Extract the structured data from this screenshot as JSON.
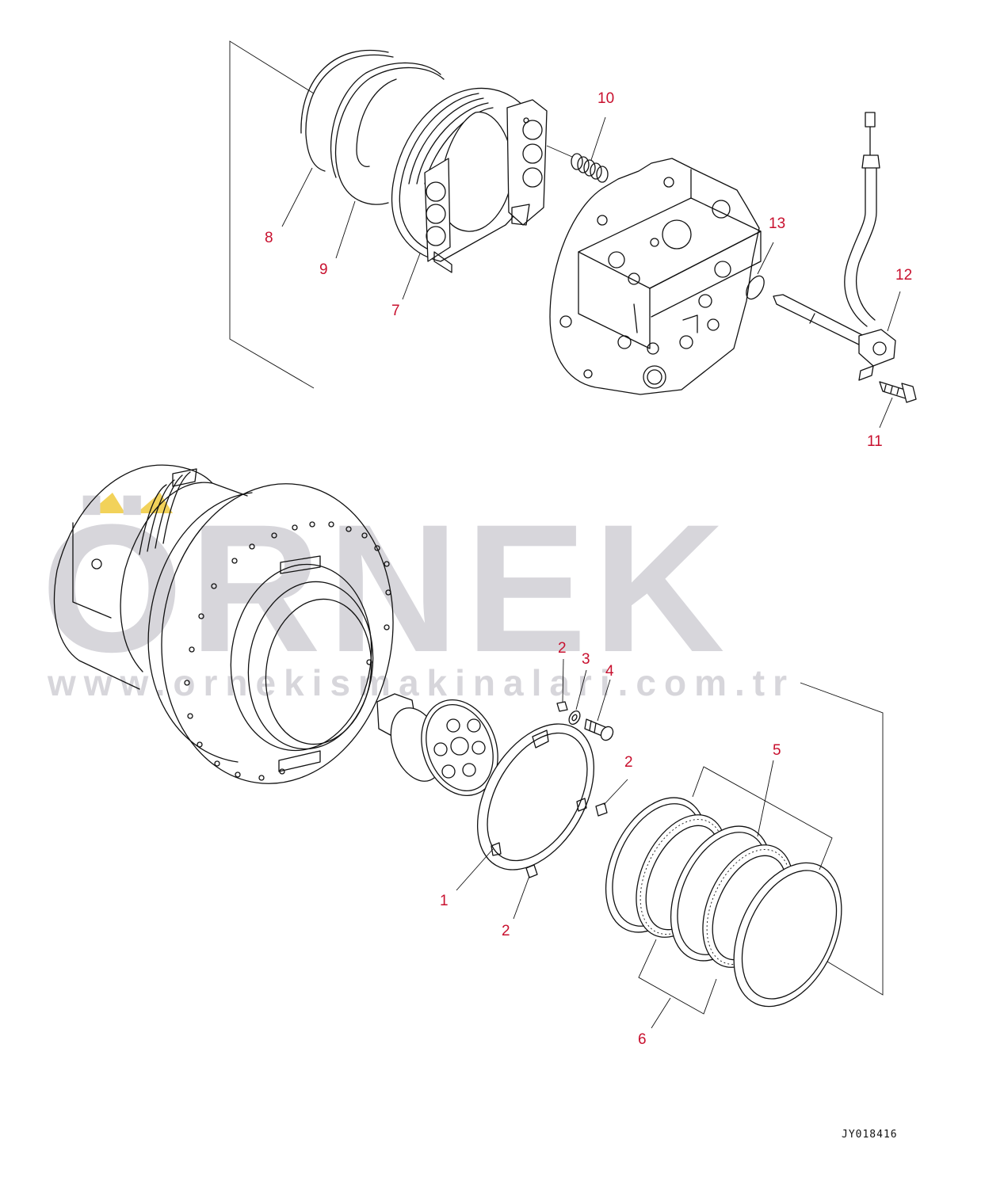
{
  "watermark": {
    "brand": "ÖRNEK",
    "url": "www.ornekismakinalari.com.tr",
    "accent_color": "#f2d25a",
    "text_color": "#d7d6db"
  },
  "drawing_code": "JY018416",
  "callout_color": "#c8102e",
  "callouts": [
    {
      "id": "c1",
      "label": "1"
    },
    {
      "id": "c2a",
      "label": "2"
    },
    {
      "id": "c2b",
      "label": "2"
    },
    {
      "id": "c2c",
      "label": "2"
    },
    {
      "id": "c3",
      "label": "3"
    },
    {
      "id": "c4",
      "label": "4"
    },
    {
      "id": "c5",
      "label": "5"
    },
    {
      "id": "c6",
      "label": "6"
    },
    {
      "id": "c7",
      "label": "7"
    },
    {
      "id": "c8",
      "label": "8"
    },
    {
      "id": "c9",
      "label": "9"
    },
    {
      "id": "c10",
      "label": "10"
    },
    {
      "id": "c11",
      "label": "11"
    },
    {
      "id": "c12",
      "label": "12"
    },
    {
      "id": "c13",
      "label": "13"
    }
  ]
}
